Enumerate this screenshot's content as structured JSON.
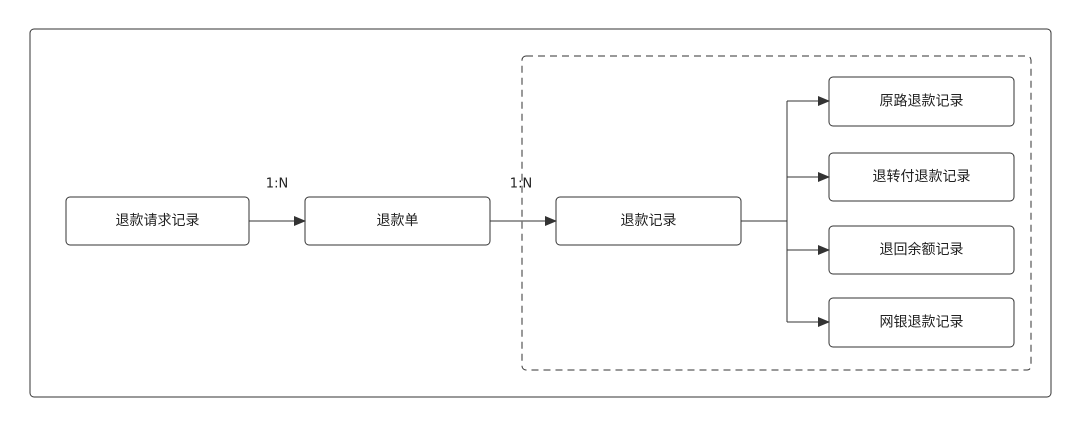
{
  "nodes": {
    "request": "退款请求记录",
    "refund_order": "退款单",
    "refund_record": "退款记录",
    "original_route": "原路退款记录",
    "transfer_pay": "退转付退款记录",
    "balance_return": "退回余额记录",
    "online_bank": "网银退款记录"
  },
  "edges": {
    "request_to_order": "1:N",
    "order_to_record": "1:N"
  },
  "colors": {
    "line": "#333333",
    "text": "#222222",
    "background": "#ffffff"
  }
}
